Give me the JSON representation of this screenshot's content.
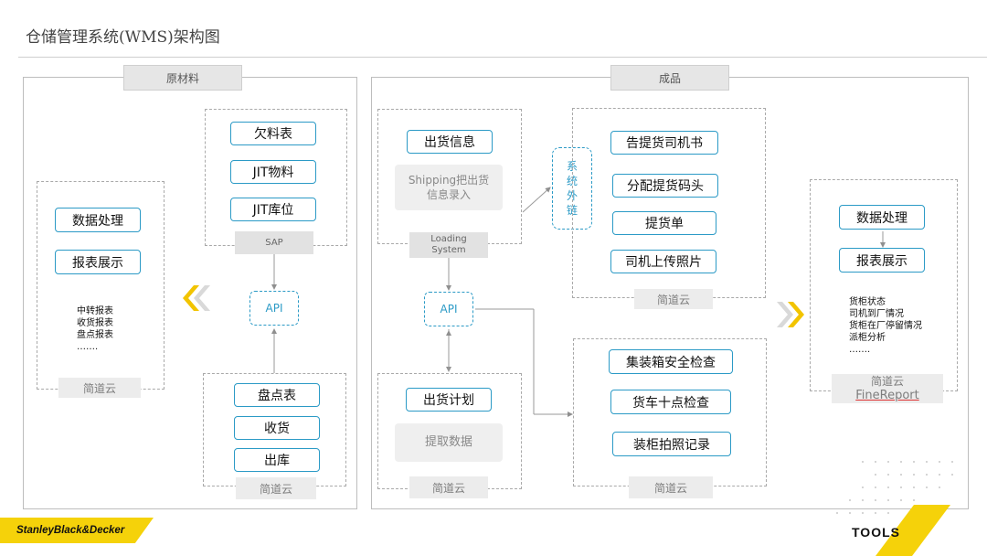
{
  "page_title": "仓储管理系统(WMS)架构图",
  "sections": {
    "raw_material": {
      "label": "原材料"
    },
    "finished_goods": {
      "label": "成品"
    }
  },
  "left_cloud": {
    "boxes": [
      "数据处理",
      "报表展示"
    ],
    "list": [
      "中转报表",
      "收货报表",
      "盘点报表",
      "……."
    ],
    "tag": "简道云"
  },
  "sap_group": {
    "boxes": [
      "欠料表",
      "JIT物料",
      "JIT库位"
    ],
    "tag": "SAP"
  },
  "api_left": "API",
  "inbound_group": {
    "boxes": [
      "盘点表",
      "收货",
      "出库"
    ],
    "tag": "简道云"
  },
  "shipping_group": {
    "box": "出货信息",
    "note": "Shipping把出货\n信息录入",
    "tag": "Loading\nSystem"
  },
  "api_mid": "API",
  "plan_group": {
    "box": "出货计划",
    "note": "提取数据",
    "tag": "简道云"
  },
  "system_chain": "系\n统\n外\n链",
  "driver_group": {
    "boxes": [
      "告提货司机书",
      "分配提货码头",
      "提货单",
      "司机上传照片"
    ],
    "tag": "简道云"
  },
  "container_group": {
    "boxes": [
      "集装箱安全检查",
      "货车十点检查",
      "装柜拍照记录"
    ],
    "tag": "简道云"
  },
  "right_cloud": {
    "boxes": [
      "数据处理",
      "报表展示"
    ],
    "list": [
      "货柜状态",
      "司机到厂情况",
      "货柜在厂停留情况",
      "派柜分析",
      "……."
    ],
    "tag_line1": "简道云",
    "tag_line2": "FineReport"
  },
  "brand": "StanleyBlack&Decker",
  "tools": "TOOLS",
  "colors": {
    "accent": "#2b9ac6",
    "chevron": "#f2c400",
    "brand_yellow": "#f5d20a"
  }
}
